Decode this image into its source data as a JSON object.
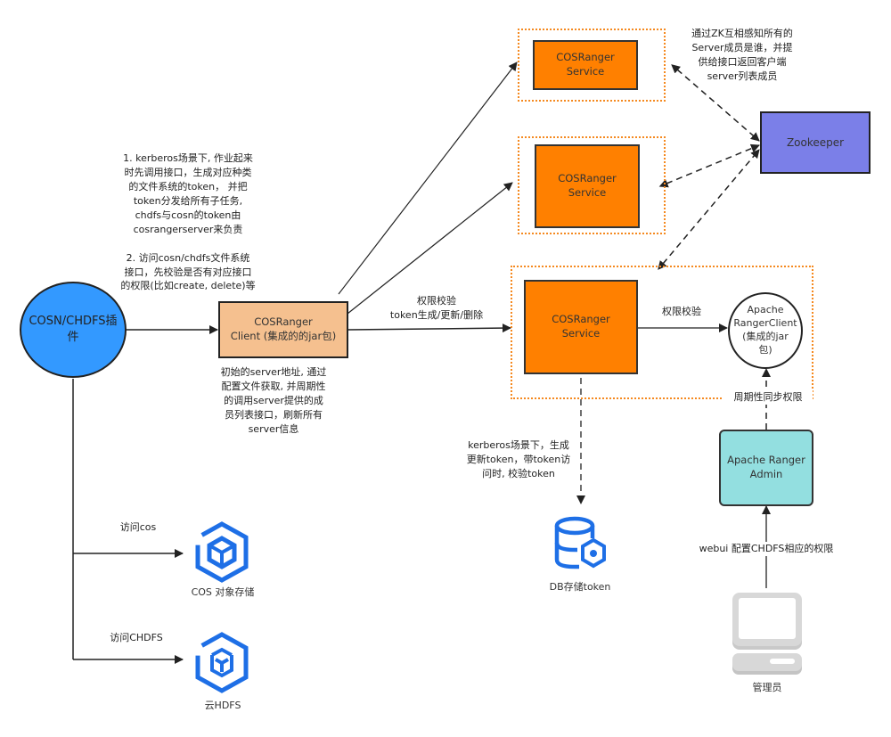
{
  "nodes": {
    "plugin": "COSN/CHDFS插件",
    "client": "COSRanger\nClient (集成的的jar包)",
    "service_top": "COSRanger\nService",
    "service_mid": "COSRanger\nService",
    "service_main": "COSRanger\nService",
    "zookeeper": "Zookeeper",
    "ranger_client": "Apache\nRangerClient\n(集成的jar\n包)",
    "ranger_admin": "Apache Ranger\nAdmin"
  },
  "notes": {
    "kerberos_flow": "1. kerberos场景下, 作业起来\n时先调用接口，生成对应种类\n的文件系统的token， 并把\ntoken分发给所有子任务,\nchdfs与cosn的token由\ncosrangerserver来负责\n\n2. 访问cosn/chdfs文件系统\n接口，先校验是否有对应接口\n的权限(比如create, delete)等",
    "client_refresh": "初始的server地址, 通过\n配置文件获取, 并周期性\n的调用server提供的成\n员列表接口，刷新所有\nserver信息",
    "zk_membership": "通过ZK互相感知所有的\nServer成员是谁，并提\n供给接口返回客户端\nserver列表成员",
    "client_to_service": "权限校验\ntoken生成/更新/删除",
    "service_to_ranger": "权限校验",
    "periodic_sync": "周期性同步权限",
    "db_token": "kerberos场景下，生成\n更新token，带token访\n问时, 校验token",
    "webui": "webui 配置CHDFS相应的权限",
    "access_cos": "访问cos",
    "access_chdfs": "访问CHDFS"
  },
  "icons": {
    "cos": {
      "name": "cos-storage-icon",
      "label": "COS 对象存储"
    },
    "hdfs": {
      "name": "cloud-hdfs-icon",
      "label": "云HDFS"
    },
    "db": {
      "name": "database-icon",
      "label": "DB存储token"
    },
    "admin": {
      "name": "computer-icon",
      "label": "管理员"
    }
  },
  "colors": {
    "service": "#ff8000",
    "client": "#f5c08f",
    "zookeeper": "#7b7fe8",
    "ranger_admin": "#93dfe0",
    "plugin": "#3399ff",
    "group_border": "#f5891f",
    "icon_blue": "#1e6fe6"
  }
}
